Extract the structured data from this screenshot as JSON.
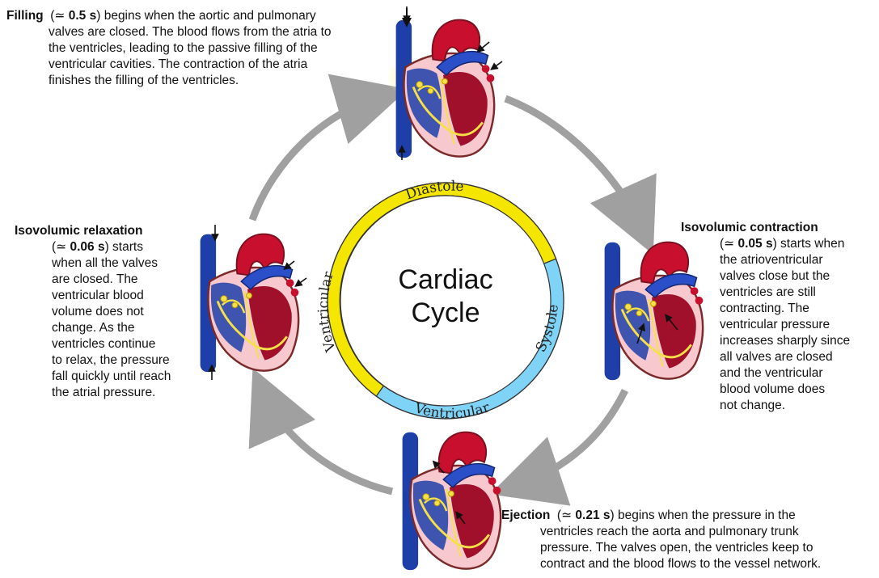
{
  "center": {
    "line1": "Cardiac",
    "line2": "Cycle"
  },
  "ring": {
    "diastole_label": "Diastole",
    "systole_label": "Systole",
    "ventricular_left": "Ventricular",
    "ventricular_bottom": "Ventricular",
    "diastole_color": "#f5e600",
    "systole_color": "#7fd3f7"
  },
  "phases": {
    "filling": {
      "title": "Filling",
      "duration_prefix": "(≃ ",
      "duration": "0.5 s",
      "suffix": ")",
      "line1": " begins when the aortic and pulmonary",
      "lines": [
        "valves are closed. The blood flows from the atria to",
        "the ventricles, leading to the passive filling of the",
        "ventricular cavities. The contraction of the atria",
        "finishes the filling of the ventricles."
      ]
    },
    "isovolumic_contraction": {
      "title": "Isovolumic contraction",
      "duration_prefix": "(≃ ",
      "duration": "0.05 s",
      "suffix": ")",
      "line1": " starts when",
      "lines": [
        "the atrioventricular",
        "valves close but the",
        "ventricles are still",
        "contracting. The",
        "ventricular pressure",
        "increases sharply since",
        "all valves are closed",
        "and the ventricular",
        "blood volume does",
        "not change."
      ]
    },
    "ejection": {
      "title": "Ejection",
      "duration_prefix": "(≃ ",
      "duration": "0.21 s",
      "suffix": ")",
      "line1": " begins when the pressure in the",
      "lines": [
        "ventricles reach the aorta and pulmonary trunk",
        "pressure. The valves open, the ventricles keep to",
        "contract and the blood flows to the vessel network."
      ]
    },
    "isovolumic_relaxation": {
      "title": "Isovolumic relaxation",
      "duration_prefix": "(≃ ",
      "duration": "0.06 s",
      "suffix": ")",
      "line1": " starts",
      "lines": [
        "when all the valves",
        "are closed. The",
        "ventricular blood",
        "volume does not",
        "change. As the",
        "ventricles continue",
        "to relax, the pressure",
        "fall quickly until reach",
        "the atrial pressure."
      ]
    }
  },
  "icons": {
    "heart": "heart-illustration-icon",
    "arrow": "cycle-arrow-icon"
  },
  "colors": {
    "arrow_gray": "#a0a0a0",
    "vein_blue": "#1f3fa8",
    "artery_red": "#c8102e",
    "valve_yellow": "#f6e04a"
  }
}
